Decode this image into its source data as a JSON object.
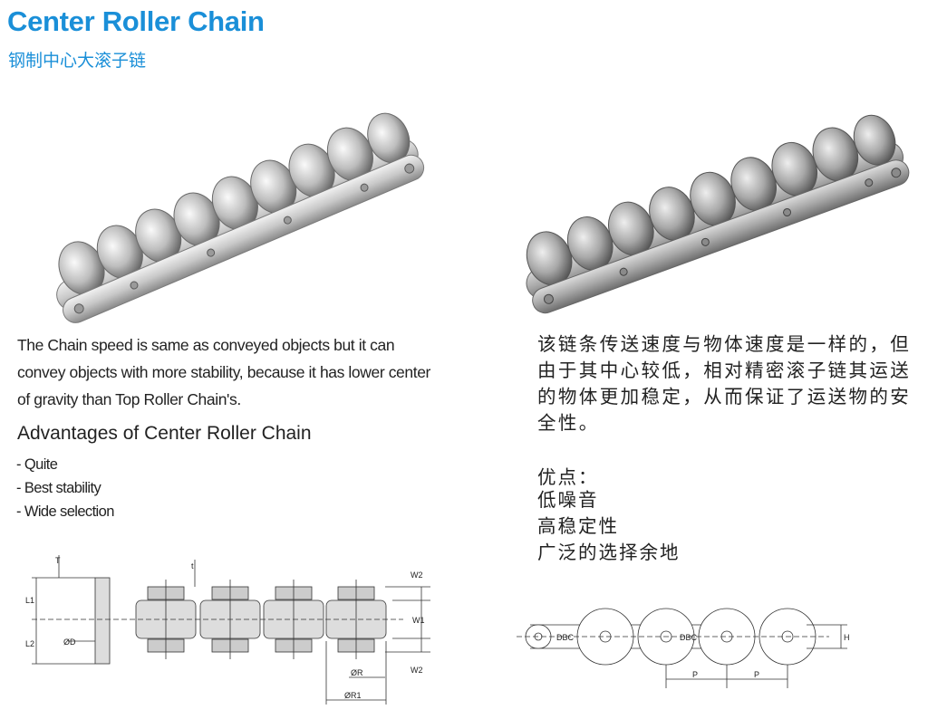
{
  "header": {
    "title": "Center Roller Chain",
    "subtitle": "钢制中心大滚子链"
  },
  "description_en": "The Chain speed is same as conveyed objects but it can convey objects with more stability, because it has lower center of gravity than Top Roller Chain's.",
  "advantages_en": {
    "title": "Advantages of Center Roller Chain",
    "items": [
      "- Quite",
      "- Best stability",
      "- Wide selection"
    ]
  },
  "description_cn": "该链条传送速度与物体速度是一样的，但由于其中心较低，相对精密滚子链其运送的物体更加稳定，从而保证了运送物的安全性。",
  "advantages_cn": {
    "title": "优点：",
    "items": [
      "低噪音",
      "高稳定性",
      "广泛的选择余地"
    ]
  },
  "side_view_labels": {
    "T": "T",
    "t": "t",
    "W2_top": "W2",
    "L1": "L1",
    "L2": "L2",
    "W1": "W1",
    "OD": "ØD",
    "W2_bottom": "W2",
    "OR": "ØR",
    "OR1": "ØR1"
  },
  "top_view_labels": {
    "DBC_left": "DBC",
    "DBC_right": "DBC",
    "H": "H",
    "P_left": "P",
    "P_right": "P"
  },
  "colors": {
    "title": "#1a8fd8",
    "steel_light": "#e4e4e4",
    "steel_dark": "#7a7a7a"
  }
}
